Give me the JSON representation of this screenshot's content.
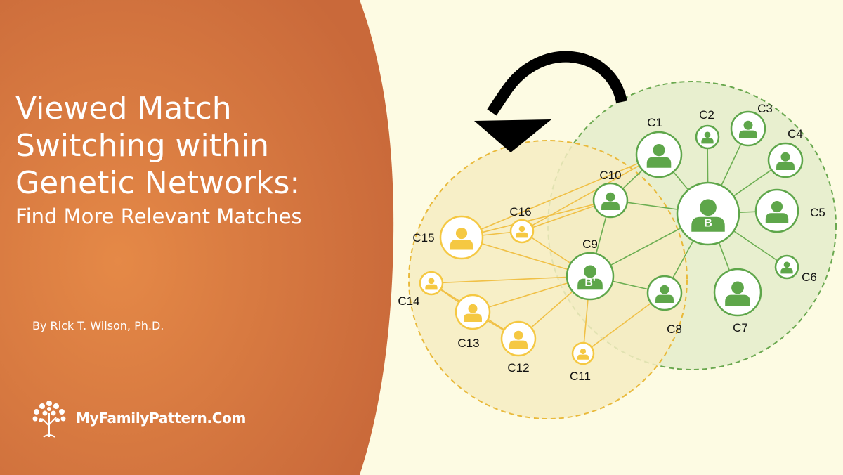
{
  "slide": {
    "title_lines": [
      "Viewed Match",
      "Switching within",
      "Genetic Networks:"
    ],
    "subtitle": "Find More Relevant Matches",
    "author": "By Rick T. Wilson, Ph.D.",
    "logo_text": "MyFamilyPattern.Com"
  },
  "colors": {
    "orange_panel": "#d8793e",
    "background": "#fdfbe3",
    "green_node": "#5ea64a",
    "yellow_node": "#f5c842",
    "green_circle_fill": "#e8efcf",
    "yellow_circle_fill": "#f7edc3"
  },
  "diagram": {
    "center_node": "B",
    "switched_node": "B'",
    "node_labels": [
      "C1",
      "C2",
      "C3",
      "C4",
      "C5",
      "C6",
      "C7",
      "C8",
      "C9",
      "C10",
      "C11",
      "C12",
      "C13",
      "C14",
      "C15",
      "C16"
    ]
  }
}
